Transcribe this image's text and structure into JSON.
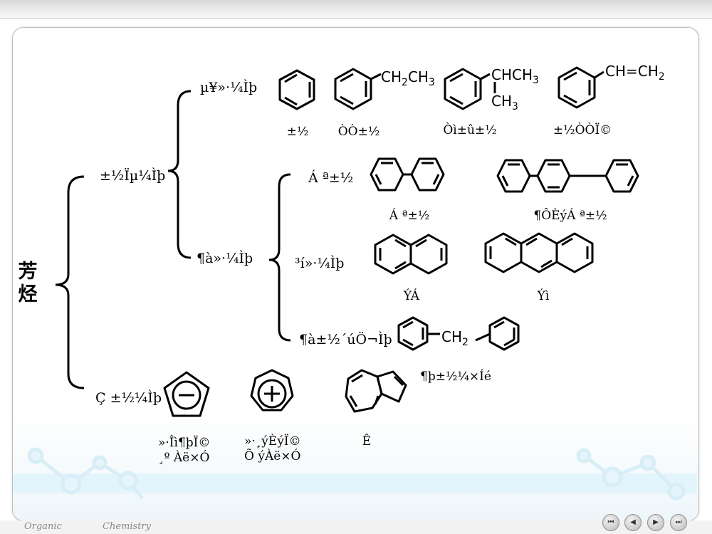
{
  "root": "芳烃",
  "branches": {
    "benzene_series": "±½Ïµ¼Ìþ",
    "single_ring": "µ¥»·¼Ìþ",
    "multi_ring": "¶à»·¼Ìþ",
    "biphenyl_type": "Á ª±½",
    "fused_ring": "³í»·¼Ìþ",
    "polyphenyl_alkane": "¶à±½´úÖ¬Ìþ",
    "non_benzenoid": "Ç ±½¼Ìþ"
  },
  "formulas": {
    "ethyl": "CH2CH3",
    "isopropyl_top": "CHCH3",
    "isopropyl_bottom": "CH3",
    "vinyl": "CH=CH2",
    "methylene": "CH2"
  },
  "labels": {
    "benzene": "±½",
    "ethylbenzene": "ÒÒ±½",
    "cumene": "Òì±û±½",
    "styrene": "±½ÒÒÏ©",
    "biphenyl": "Á ª±½",
    "terphenyl": "¶ÔÈýÁ ª±½",
    "naphthalene": "ÝÁ",
    "anthracene": "Ýì",
    "diphenylmethane": "¶þ±½¼×Íé",
    "cyclopentadienyl_line1": "»·Îì¶þÏ©",
    "cyclopentadienyl_line2": "¸º Àë×Ó",
    "tropylium_line1": "»·¸ýÈýÏ©",
    "tropylium_line2": "Õ ýÀë×Ó",
    "azulene": "Ê"
  },
  "footer": {
    "left": "Organic",
    "right": "Chemistry"
  },
  "nav": {
    "first": "⏮",
    "prev": "◀",
    "next": "▶",
    "last": "⏭"
  }
}
